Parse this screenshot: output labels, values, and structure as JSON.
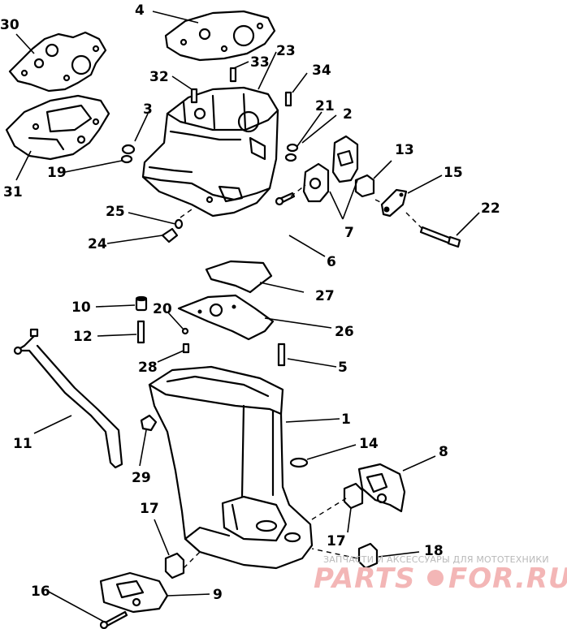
{
  "callouts": {
    "c1": "1",
    "c2": "2",
    "c3": "3",
    "c4": "4",
    "c5": "5",
    "c6": "6",
    "c7": "7",
    "c8": "8",
    "c9": "9",
    "c10": "10",
    "c11": "11",
    "c12": "12",
    "c13": "13",
    "c14": "14",
    "c15": "15",
    "c16": "16",
    "c17a": "17",
    "c17b": "17",
    "c18": "18",
    "c19": "19",
    "c20": "20",
    "c21": "21",
    "c22": "22",
    "c23": "23",
    "c24": "24",
    "c25": "25",
    "c26": "26",
    "c27": "27",
    "c28": "28",
    "c29": "29",
    "c30": "30",
    "c31": "31",
    "c32": "32",
    "c33": "33",
    "c34": "34"
  },
  "watermark": {
    "caption": "ЗАПЧАСТИ И АКСЕССУАРЫ ДЛЯ МОТОТЕХНИКИ",
    "brand_left": "PARTS",
    "brand_right": "FOR.RU",
    "colors": {
      "brand": "#f3b6b6",
      "caption": "#b9b9b9"
    }
  }
}
